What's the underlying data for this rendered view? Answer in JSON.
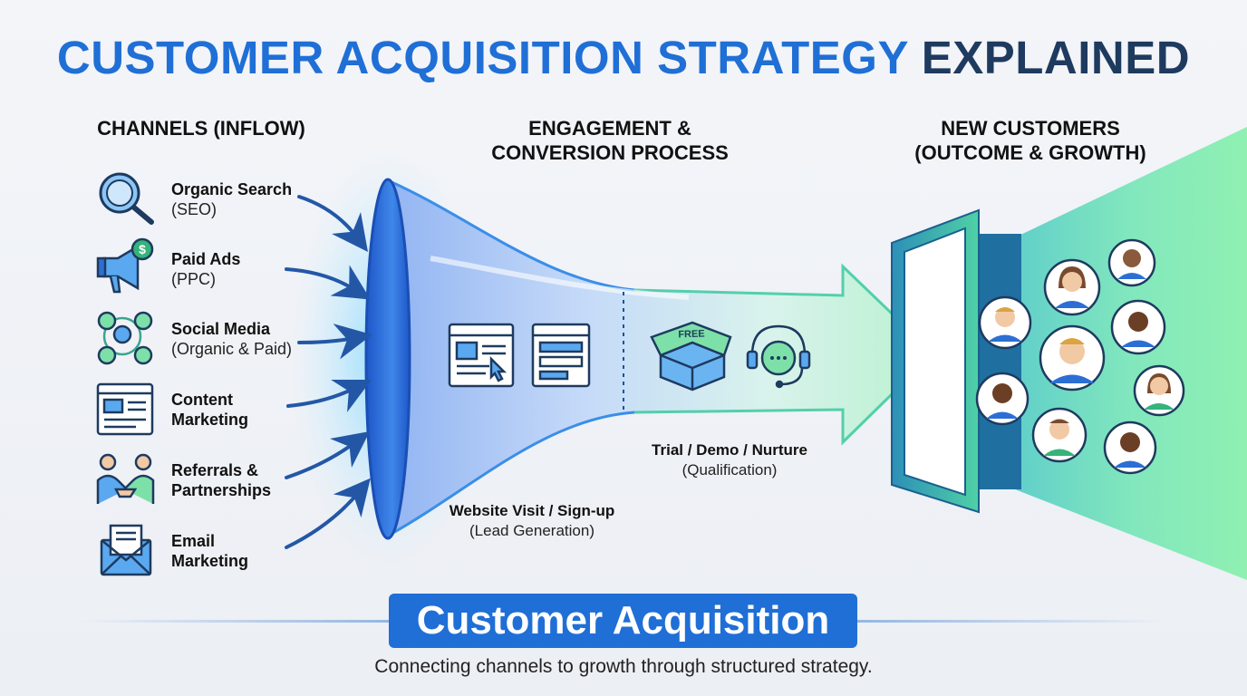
{
  "title": {
    "part1": "CUSTOMER ACQUISITION STRATEGY",
    "part2": "EXPLAINED"
  },
  "columns": {
    "channels": "CHANNELS (INFLOW)",
    "engagement_line1": "ENGAGEMENT &",
    "engagement_line2": "CONVERSION PROCESS",
    "customers_line1": "NEW CUSTOMERS",
    "customers_line2": "(OUTCOME & GROWTH)"
  },
  "channels": [
    {
      "main": "Organic Search",
      "sub": "(SEO)",
      "icon": "magnifier-icon"
    },
    {
      "main": "Paid Ads",
      "sub": "(PPC)",
      "icon": "megaphone-dollar-icon"
    },
    {
      "main": "Social Media",
      "sub": "(Organic & Paid)",
      "icon": "social-network-icon"
    },
    {
      "main": "Content",
      "sub": "Marketing",
      "icon": "webpage-icon"
    },
    {
      "main": "Referrals &",
      "sub": "Partnerships",
      "icon": "handshake-icon"
    },
    {
      "main": "Email",
      "sub": "Marketing",
      "icon": "envelope-icon"
    }
  ],
  "stages": {
    "stage1_main": "Website Visit / Sign-up",
    "stage1_sub": "(Lead Generation)",
    "stage2_main": "Trial / Demo / Nurture",
    "stage2_sub": "(Qualification)",
    "free_label": "FREE"
  },
  "badge": "Customer Acquisition",
  "tagline": "Connecting channels to growth through structured strategy.",
  "colors": {
    "accent_blue": "#1f6fd6",
    "dark_navy": "#1e3a5f",
    "growth_green": "#5fe39a",
    "icon_teal": "#3aa58f"
  }
}
